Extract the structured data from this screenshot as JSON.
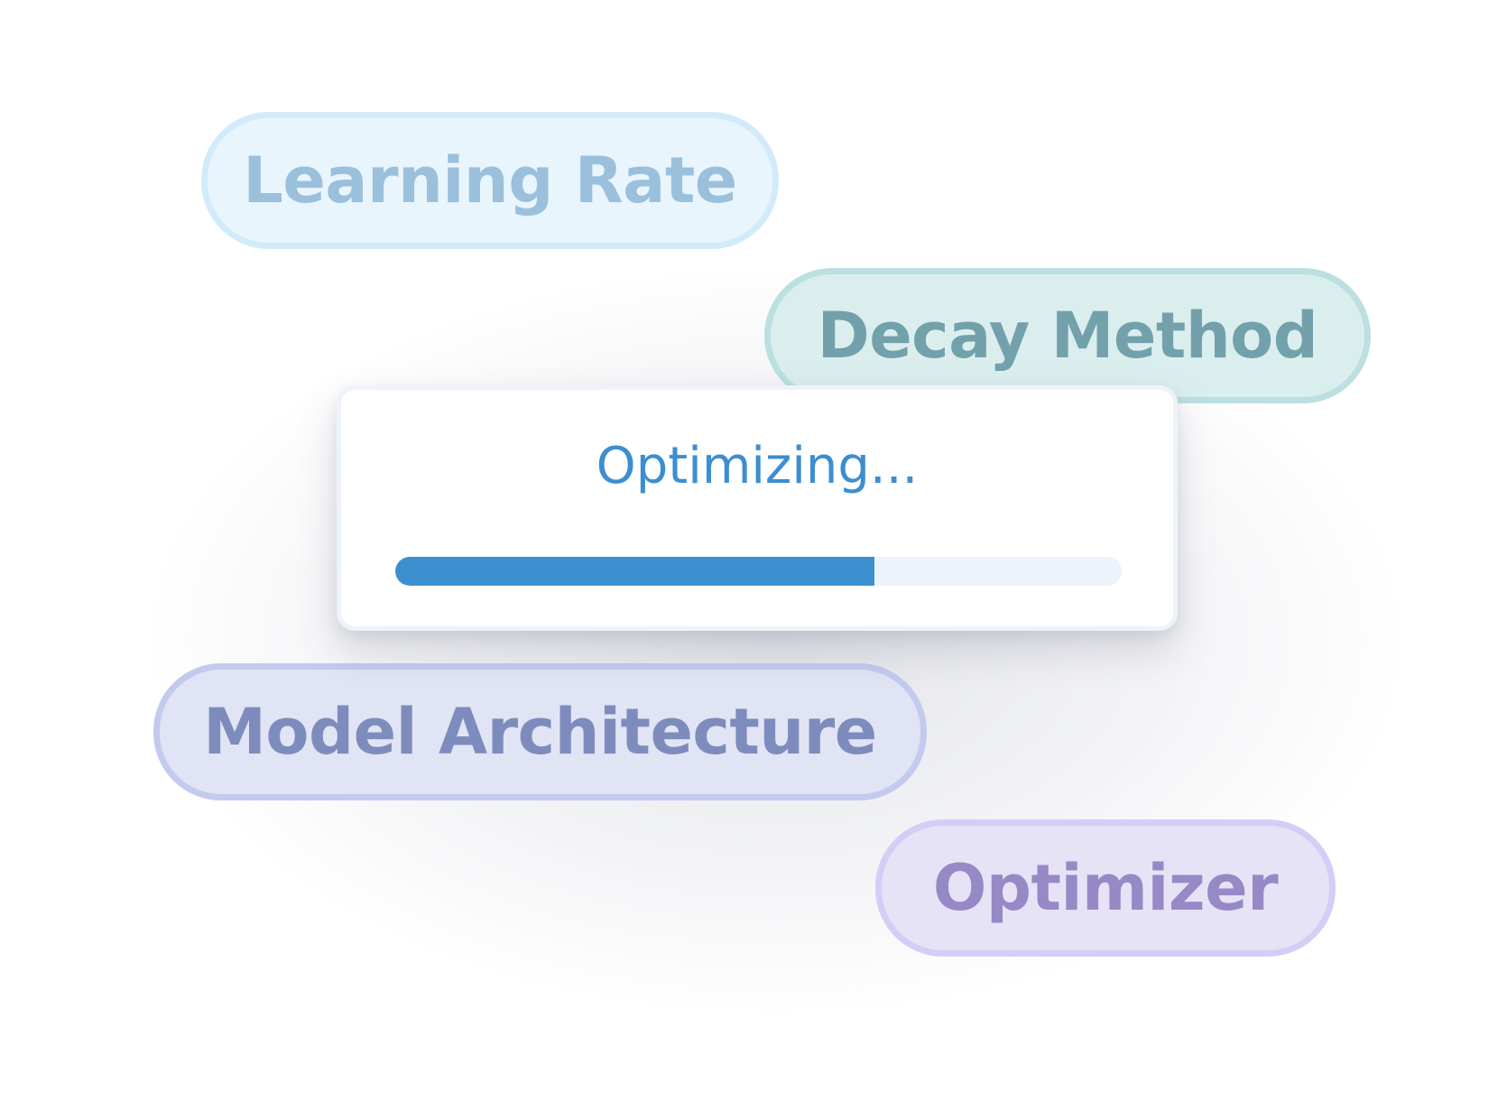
{
  "pills": {
    "learning_rate": "Learning Rate",
    "decay_method": "Decay Method",
    "model_architecture": "Model Architecture",
    "optimizer": "Optimizer"
  },
  "status_card": {
    "title": "Optimizing...",
    "progress_fraction": 0.66
  },
  "colors": {
    "accent": "#3d90cf",
    "learning_rate_text": "#9ac0dc",
    "decay_method_text": "#72a1ab",
    "model_architecture_text": "#7e8cbd",
    "optimizer_text": "#9689c6"
  }
}
